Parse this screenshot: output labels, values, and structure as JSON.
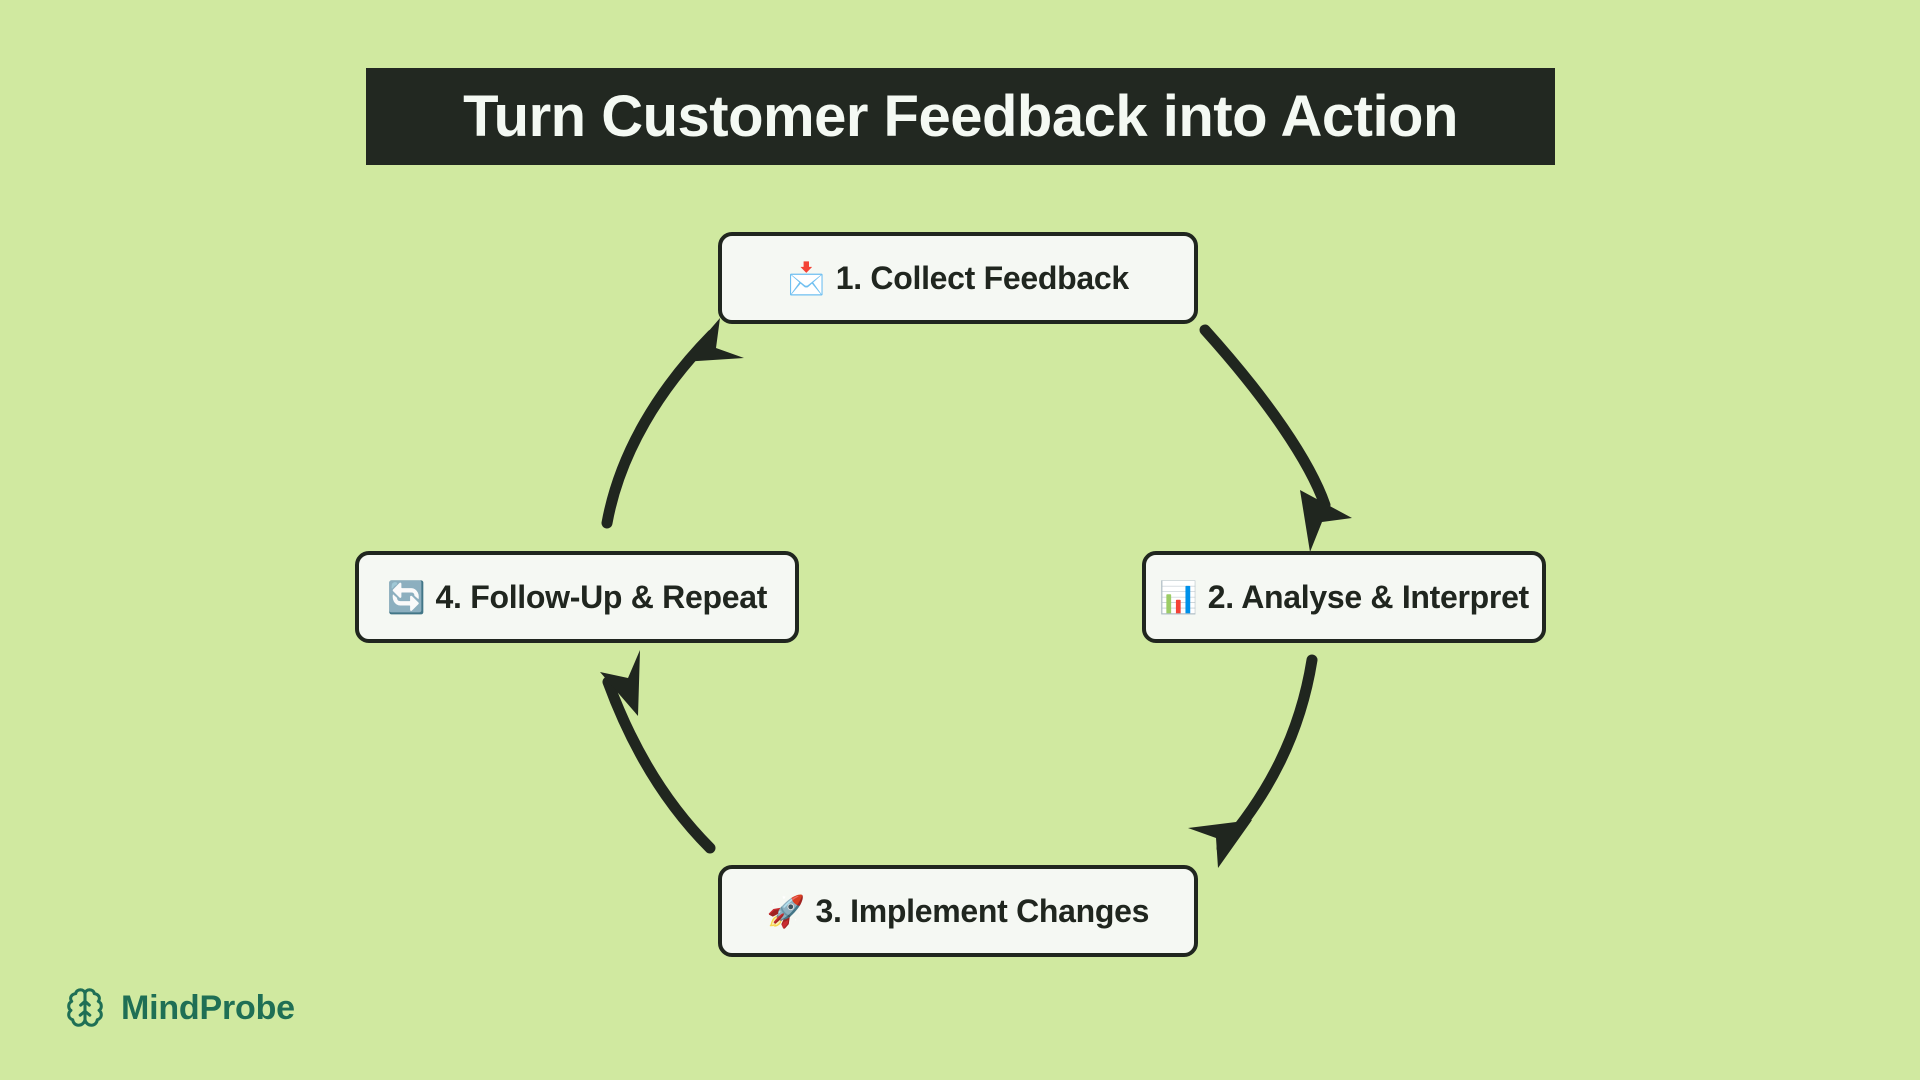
{
  "background_color": "#d0e9a0",
  "title": {
    "text": "Turn Customer Feedback into Action",
    "banner_color": "#222821",
    "text_color": "#f4f9f3"
  },
  "cycle": {
    "box_fill": "#f5f8f3",
    "box_border": "#20261f",
    "arrow_color": "#20261f",
    "steps": [
      {
        "number": "1",
        "emoji": "📩",
        "emoji_name": "incoming-envelope-icon",
        "label": "📩 1. Collect Feedback",
        "text": "1. Collect Feedback"
      },
      {
        "number": "2",
        "emoji": "📊",
        "emoji_name": "bar-chart-icon",
        "label": "📊 2. Analyse & Interpret",
        "text": "2. Analyse & Interpret"
      },
      {
        "number": "3",
        "emoji": "🚀",
        "emoji_name": "rocket-icon",
        "label": "🚀 3. Implement Changes",
        "text": "3. Implement Changes"
      },
      {
        "number": "4",
        "emoji": "🔄",
        "emoji_name": "repeat-icon",
        "label": "🔄 4. Follow-Up & Repeat",
        "text": "4. Follow-Up & Repeat"
      }
    ],
    "arrows": [
      {
        "from": "1",
        "to": "2",
        "name": "arrow-step1-to-step2"
      },
      {
        "from": "2",
        "to": "3",
        "name": "arrow-step2-to-step3"
      },
      {
        "from": "3",
        "to": "4",
        "name": "arrow-step3-to-step4"
      },
      {
        "from": "4",
        "to": "1",
        "name": "arrow-step4-to-step1"
      }
    ]
  },
  "brand": {
    "name": "MindProbe",
    "icon_name": "brain-icon",
    "color": "#1f6f55"
  }
}
